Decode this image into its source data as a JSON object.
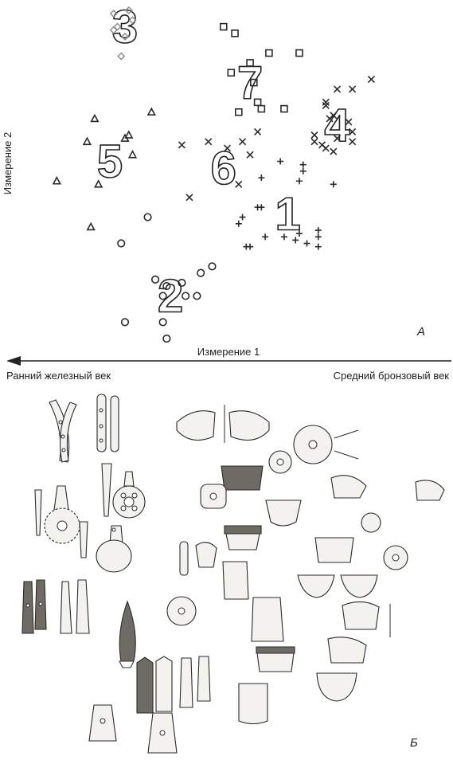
{
  "panel_a_letter": "А",
  "panel_b_letter": "Б",
  "time_axis": {
    "left_label": "Ранний железный век",
    "right_label": "Средний бронзовый век"
  },
  "chart_data": {
    "type": "scatter",
    "xlabel": "Измерение 1",
    "ylabel": "Измерение 2",
    "xlim": [
      0,
      100
    ],
    "ylim": [
      0,
      100
    ],
    "grid": false,
    "clusters": [
      {
        "label": "1",
        "x": 68,
        "y": 38
      },
      {
        "label": "2",
        "x": 37,
        "y": 13
      },
      {
        "label": "3",
        "x": 25,
        "y": 95
      },
      {
        "label": "4",
        "x": 81,
        "y": 65
      },
      {
        "label": "5",
        "x": 21,
        "y": 54
      },
      {
        "label": "6",
        "x": 51,
        "y": 52
      },
      {
        "label": "7",
        "x": 58,
        "y": 78
      }
    ],
    "series": [
      {
        "marker": "plus",
        "points": [
          [
            66,
            54
          ],
          [
            71,
            48
          ],
          [
            72,
            53
          ],
          [
            72,
            51
          ],
          [
            80,
            47
          ],
          [
            61,
            40
          ],
          [
            60,
            40
          ],
          [
            56,
            37
          ],
          [
            55,
            35
          ],
          [
            71,
            32
          ],
          [
            67,
            31
          ],
          [
            62,
            31
          ],
          [
            70,
            30
          ],
          [
            76,
            33
          ],
          [
            76,
            31
          ],
          [
            73,
            29
          ],
          [
            76,
            28
          ],
          [
            57,
            28
          ],
          [
            58,
            28
          ],
          [
            61,
            49
          ]
        ]
      },
      {
        "marker": "diamond",
        "points": [
          [
            22,
            99
          ],
          [
            26,
            100
          ],
          [
            27,
            97
          ],
          [
            23,
            95
          ],
          [
            22,
            94
          ],
          [
            25,
            92
          ],
          [
            24,
            86
          ]
        ]
      },
      {
        "marker": "square",
        "points": [
          [
            51,
            95
          ],
          [
            54,
            93
          ],
          [
            63,
            87
          ],
          [
            71,
            87
          ],
          [
            58,
            84
          ],
          [
            53,
            81
          ],
          [
            59,
            78
          ],
          [
            60,
            72
          ],
          [
            67,
            70
          ],
          [
            61,
            70
          ],
          [
            55,
            69
          ]
        ]
      },
      {
        "marker": "x",
        "points": [
          [
            90,
            79
          ],
          [
            81,
            76
          ],
          [
            85,
            76
          ],
          [
            78,
            72
          ],
          [
            78,
            71
          ],
          [
            80,
            68
          ],
          [
            79,
            67
          ],
          [
            84,
            66
          ],
          [
            85,
            63
          ],
          [
            81,
            61
          ],
          [
            75,
            62
          ],
          [
            75,
            60
          ],
          [
            77,
            59
          ],
          [
            85,
            60
          ],
          [
            80,
            57
          ],
          [
            78,
            58
          ],
          [
            60,
            63
          ],
          [
            56,
            60
          ],
          [
            47,
            60
          ],
          [
            52,
            58
          ],
          [
            58,
            56
          ],
          [
            40,
            59
          ],
          [
            55,
            47
          ],
          [
            42,
            43
          ]
        ]
      },
      {
        "marker": "triangle",
        "points": [
          [
            17,
            67
          ],
          [
            32,
            69
          ],
          [
            26,
            62
          ],
          [
            25,
            61
          ],
          [
            15,
            60
          ],
          [
            27,
            56
          ],
          [
            7,
            48
          ],
          [
            18,
            47
          ],
          [
            16,
            34
          ]
        ]
      },
      {
        "marker": "circle",
        "points": [
          [
            31,
            37
          ],
          [
            24,
            29
          ],
          [
            48,
            22
          ],
          [
            45,
            20
          ],
          [
            33,
            18
          ],
          [
            40,
            17
          ],
          [
            36,
            16
          ],
          [
            41,
            13
          ],
          [
            35,
            13
          ],
          [
            44,
            13
          ],
          [
            25,
            5
          ],
          [
            35,
            5
          ],
          [
            36,
            0
          ]
        ]
      }
    ]
  }
}
